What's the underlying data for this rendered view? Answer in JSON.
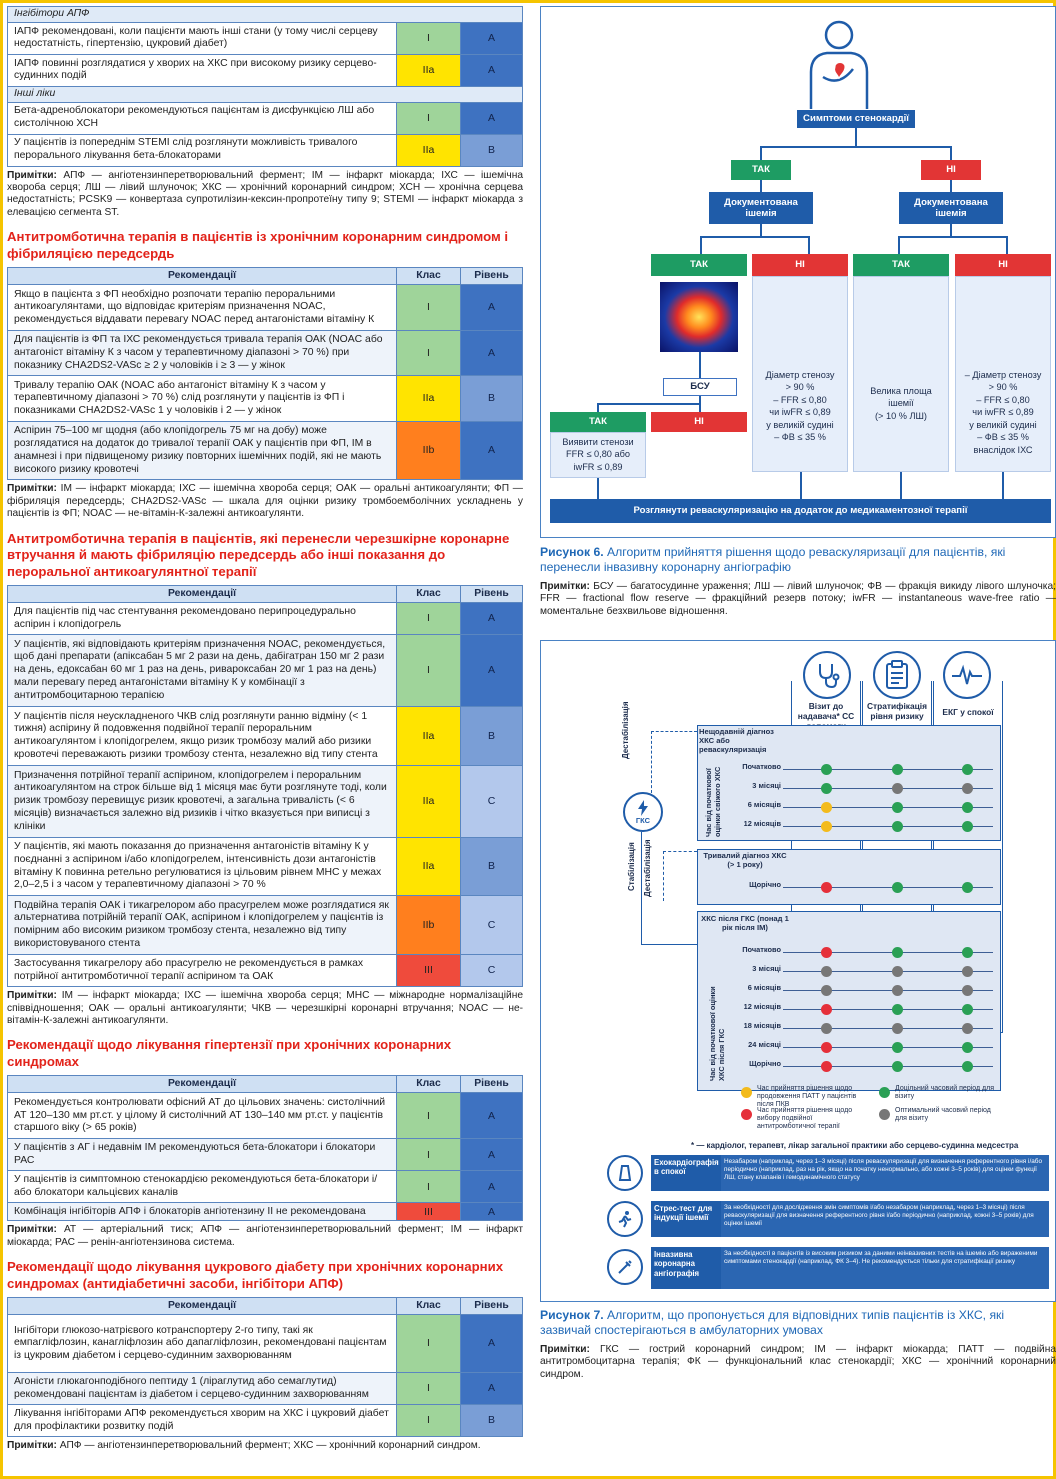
{
  "t1": {
    "sub1": "Інгібітори АПФ",
    "rows1": [
      {
        "text": "ІАПФ рекомендовані, коли пацієнти мають інші стани (у тому числі серцеву недостатність, гіпертензію, цукровий діабет)",
        "cls": "I",
        "lvl": "A"
      },
      {
        "text": "ІАПФ повинні розглядатися у хворих на ХКС при високому ризику серцево-судинних подій",
        "cls": "IIa",
        "lvl": "A"
      }
    ],
    "sub2": "Інші ліки",
    "rows2": [
      {
        "text": "Бета-адреноблокатори рекомендуються пацієнтам із дисфункцією ЛШ або систолічною ХСН",
        "cls": "I",
        "lvl": "A"
      },
      {
        "text": "У пацієнтів із попереднім STEMI слід розглянути можливість тривалого перорального лікування бета-блокаторами",
        "cls": "IIa",
        "lvl": "B"
      }
    ],
    "note_label": "Примітки:",
    "note": "АПФ — ангіотензинперетворювальний фермент; ІМ — інфаркт міокарда; ІХС — ішемічна хвороба серця; ЛШ — лівий шлуночок; ХКС — хронічний коронарний синдром; ХСН — хронічна серцева недостатність; PCSK9 — конвертаза супротилізин-кексин-пропротеїну типу 9; STEMI — інфаркт міокарда з елевацією сегмента ST."
  },
  "headers": {
    "rec": "Рекомендації",
    "cls": "Клас",
    "lvl": "Рівень"
  },
  "t2": {
    "title": "Антитромботична терапія в пацієнтів із хронічним коронарним синдромом і фібриляцією передсердь",
    "rows": [
      {
        "text": "Якщо в пацієнта з ФП необхідно розпочати терапію пероральними антикоагулянтами, що відповідає критеріям призначення NOAC, рекомендується віддавати перевагу NOAC перед антагоністами вітаміну К",
        "cls": "I",
        "lvl": "A"
      },
      {
        "text": "Для пацієнтів із ФП та ІХС рекомендується тривала терапія ОАК (NOAC або антагоніст вітаміну К з часом у терапевтичному діапазоні > 70 %) при показнику CHA2DS2-VASc ≥ 2 у чоловіків і ≥ 3 — у жінок",
        "cls": "I",
        "lvl": "A"
      },
      {
        "text": "Тривалу терапію ОАК (NOAC або антагоніст вітаміну К з часом у терапевтичному діапазоні > 70 %) слід розглянути у пацієнтів із ФП і показниками CHA2DS2-VASc 1 у чоловіків і 2 — у жінок",
        "cls": "IIa",
        "lvl": "B"
      },
      {
        "text": "Аспірин 75–100 мг щодня (або клопідогрель 75 мг на добу) може розглядатися на додаток до тривалої терапії ОАК у пацієнтів при ФП, ІМ в анамнезі і при підвищеному ризику повторних ішемічних подій, які не мають високого ризику кровотечі",
        "cls": "IIb",
        "lvl": "A"
      }
    ],
    "note_label": "Примітки:",
    "note": "ІМ — інфаркт міокарда; ІХС — ішемічна хвороба серця; ОАК — оральні антикоагулянти; ФП — фібриляція передсердь; CHA2DS2-VASc — шкала для оцінки ризику тромбоемболічних ускладнень у пацієнтів із ФП; NOAC — не-вітамін-К-залежні антикоагулянти."
  },
  "t3": {
    "title": "Антитромботична терапія в пацієнтів, які перенесли черезшкірне коронарне втручання й мають фібриляцію передсердь або інші показання до пероральної антикоагулянтної терапії",
    "rows": [
      {
        "text": "Для пацієнтів під час стентування рекомендовано перипроцедурально аспірин і клопідогрель",
        "cls": "I",
        "lvl": "A"
      },
      {
        "text": "У пацієнтів, які відповідають критеріям призначення NOAC, рекомендується, щоб дані препарати (апіксабан 5 мг 2 рази на день, дабігатран 150 мг 2 рази на день, едоксабан 60 мг 1 раз на день, ривароксабан 20 мг 1 раз на день) мали перевагу перед антагоністами вітаміну К у комбінації з антитромбоцитарною терапією",
        "cls": "I",
        "lvl": "A"
      },
      {
        "text": "У пацієнтів після неускладненого ЧКВ слід розглянути ранню відміну (< 1 тижня) аспірину й подовження подвійної терапії пероральним антикоагулянтом і клопідогрелем, якщо ризик тромбозу малий або ризики кровотечі переважають ризики тромбозу стента, незалежно від типу стента",
        "cls": "IIa",
        "lvl": "B"
      },
      {
        "text": "Призначення потрійної терапії аспірином, клопідогрелем і пероральним антикоагулянтом на строк більше від 1 місяця має бути розглянуте тоді, коли ризик тромбозу перевищує ризик кровотечі, а загальна тривалість (< 6 місяців) визначається залежно від ризиків і чітко вказується при виписці з клініки",
        "cls": "IIa",
        "lvl": "C"
      },
      {
        "text": "У пацієнтів, які мають показання до призначення антагоністів вітаміну К у поєднанні з аспірином і/або клопідогрелем, інтенсивність дози антагоністів вітаміну К повинна ретельно регулюватися із цільовим рівнем МНС у межах 2,0–2,5 і з часом у терапевтичному діапазоні > 70 %",
        "cls": "IIa",
        "lvl": "B"
      },
      {
        "text": "Подвійна терапія ОАК і тикагрелором або прасугрелем може розглядатися як альтернатива потрійній терапії ОАК, аспірином і клопідогрелем у пацієнтів із помірним або високим ризиком тромбозу стента, незалежно від типу використовуваного стента",
        "cls": "IIb",
        "lvl": "C"
      },
      {
        "text": "Застосування тикагрелору або прасугрелю не рекомендується в рамках потрійної антитромботичної терапії аспірином та ОАК",
        "cls": "III",
        "lvl": "C"
      }
    ],
    "note_label": "Примітки:",
    "note": "ІМ — інфаркт міокарда; ІХС — ішемічна хвороба серця; МНС — міжнародне нормалізаційне співвідношення; ОАК — оральні антикоагулянти; ЧКВ — черезшкірні коронарні втручання; NOAC — не-вітамін-К-залежні антикоагулянти."
  },
  "t4": {
    "title": "Рекомендації щодо лікування гіпертензії при хронічних коронарних синдромах",
    "rows": [
      {
        "text": "Рекомендується контролювати офісний АТ до цільових значень: систолічний АТ 120–130 мм рт.ст. у цілому й систолічний АТ 130–140 мм рт.ст. у пацієнтів старшого віку (> 65 років)",
        "cls": "I",
        "lvl": "A"
      },
      {
        "text": "У пацієнтів з АГ і недавнім ІМ рекомендуються бета-блокатори і блокатори РАС",
        "cls": "I",
        "lvl": "A"
      },
      {
        "text": "У пацієнтів із симптомною стенокардією рекомендуються бета-блокатори і/або блокатори кальцієвих каналів",
        "cls": "I",
        "lvl": "A"
      },
      {
        "text": "Комбінація інгібіторів АПФ і блокаторів ангіотензину ІІ не рекомендована",
        "cls": "III",
        "lvl": "A"
      }
    ],
    "note_label": "Примітки:",
    "note": "АТ — артеріальний тиск; АПФ — ангіотензинперетворювальний фермент; ІМ — інфаркт міокарда; РАС — ренін-ангіотензинова система."
  },
  "t5": {
    "title": "Рекомендації щодо лікування цукрового діабету при хронічних коронарних синдромах (антидіабетичні засоби, інгібітори АПФ)",
    "rows": [
      {
        "text": "Інгібітори глюкозо-натрієвого котранспортеру 2-го типу, такі як емпагліфлозин, канагліфлозин або дапагліфлозин, рекомендовані пацієнтам із цукровим діабетом і серцево-судинним захворюванням",
        "cls": "I",
        "lvl": "A"
      },
      {
        "text": "Агоністи глюкагонподібного пептиду 1 (ліраглутид або семаглутид) рекомендовані пацієнтам із діабетом і серцево-судинним захворюванням",
        "cls": "I",
        "lvl": "A"
      },
      {
        "text": "Лікування інгібіторами АПФ рекомендується хворим на ХКС і цукровий діабет для профілактики розвитку подій",
        "cls": "I",
        "lvl": "B"
      }
    ],
    "note_label": "Примітки:",
    "note": "АПФ — ангіотензинперетворювальний фермент; ХКС — хронічний коронарний синдром."
  },
  "fig6": {
    "symptoms": "Симптоми стенокардії",
    "yes": "ТАК",
    "no": "НІ",
    "doc_ischemia": "Документована ішемія",
    "bsu": "БСУ",
    "crit_no_left": [
      "Діаметр стенозу",
      "> 90 %",
      "– FFR ≤ 0,80",
      "чи iwFR ≤ 0,89",
      "у великій судині",
      "– ФВ ≤ 35 %"
    ],
    "crit_yes_right": [
      "Велика площа",
      "ішемії",
      "(> 10 % ЛШ)"
    ],
    "crit_no_right": [
      "– Діаметр стенозу",
      "> 90 %",
      "– FFR ≤ 0,80",
      "чи iwFR ≤ 0,89",
      "у великій судині",
      "– ФВ ≤ 35 %",
      "внаслідок ІХС"
    ],
    "crit_bsu_yes": [
      "Виявити стенози",
      "FFR ≤ 0,80 або",
      "iwFR ≤ 0,89"
    ],
    "bottom": "Розглянути реваскуляризацію на додаток до медикаментозної терапії",
    "caption_label": "Рисунок 6.",
    "caption": "Алгоритм прийняття рішення щодо реваскуляризації для пацієнтів, які перенесли інвазивну коронарну ангіографію",
    "note_label": "Примітки:",
    "note": "БСУ — багатосудинне ураження; ЛШ — лівий шлуночок; ФВ — фракція викиду лівого шлуночка; FFR — fractional flow reserve — фракційний резерв потоку; iwFR — instantaneous wave-free ratio — моментальне безхвильове відношення."
  },
  "fig7": {
    "col_headers": [
      "Візит до надавача* СС допомоги",
      "Стратифікація рівня ризику",
      "ЕКГ у спокої"
    ],
    "g1_title": "Нещодавній діагноз ХКС або реваскуляризація",
    "g1_side": "Час від початкової оцінки свіжого ХКС",
    "g1_rows": [
      "Початково",
      "3 місяці",
      "6 місяців",
      "12 місяців"
    ],
    "g2_title": "Тривалий діагноз ХКС (> 1 року)",
    "g2_rows": [
      "Щорічно"
    ],
    "g3_title": "ХКС після ГКС (понад 1 рік після ІМ)",
    "g3_side": "Час від початкової оцінки ХКС після ГКС",
    "g3_rows": [
      "Початково",
      "3 місяці",
      "6 місяців",
      "12 місяців",
      "18 місяців",
      "24 місяці",
      "Щорічно"
    ],
    "destab": "Дестабілізація",
    "stab": "Стабілізація",
    "gks": "ГКС",
    "legend": [
      "Час прийняття рішення щодо продовження ПАТТ у пацієнтів після ПКВ",
      "Час прийняття рішення щодо вибору подвійної антитромботичної терапії",
      "Доцільний часовий період для візиту",
      "Оптимальний часовий період для візиту"
    ],
    "footnote": "* — кардіолог, терапевт, лікар загальної практики або серцево-судинна медсестра",
    "tests": [
      {
        "name": "Ехокардіографія в спокої",
        "desc": "Незабаром (наприклад, через 1–3 місяці) після реваскуляризації для визначення референтного рівня і/або періодично (наприклад, раз на рік, якщо на початку ненормально, або кожні 3–5 років) для оцінки функції ЛШ, стану клапанів і гемодинамічного статусу"
      },
      {
        "name": "Стрес-тест для індукції ішемії",
        "desc": "За необхідності для дослідження змін симптомів і/або незабаром (наприклад, через 1–3 місяці) після реваскуляризації для визначення референтного рівня і/або періодично (наприклад, кожні 3–5 років) для оцінки ішемії"
      },
      {
        "name": "Інвазивна коронарна ангіографія",
        "desc": "За необхідності в пацієнтів із високим ризиком за даними неінвазивних тестів на ішемію або вираженими симптомами стенокардії (наприклад, ФК 3–4). Не рекомендується тільки для стратифікації ризику"
      }
    ],
    "caption_label": "Рисунок 7.",
    "caption": "Алгоритм, що пропонується для відповідних типів пацієнтів із ХКС, які зазвичай спостерігаються в амбулаторних умовах",
    "note_label": "Примітки:",
    "note": "ГКС — гострий коронарний синдром; ІМ — інфаркт міокарда; ПАТТ — подвійна антитромбоцитарна терапія; ФК — функціональний клас стенокардії; ХКС — хронічний коронарний синдром."
  },
  "colors": {
    "I": "#9fd49a",
    "IIa": "#ffe400",
    "IIb": "#ff7f1e",
    "III": "#ef4b3c",
    "A": "#3e72c1",
    "B": "#7a9ed6",
    "C": "#b3c8ec",
    "heading": "#e2231a",
    "accent": "#1f5ca9"
  }
}
